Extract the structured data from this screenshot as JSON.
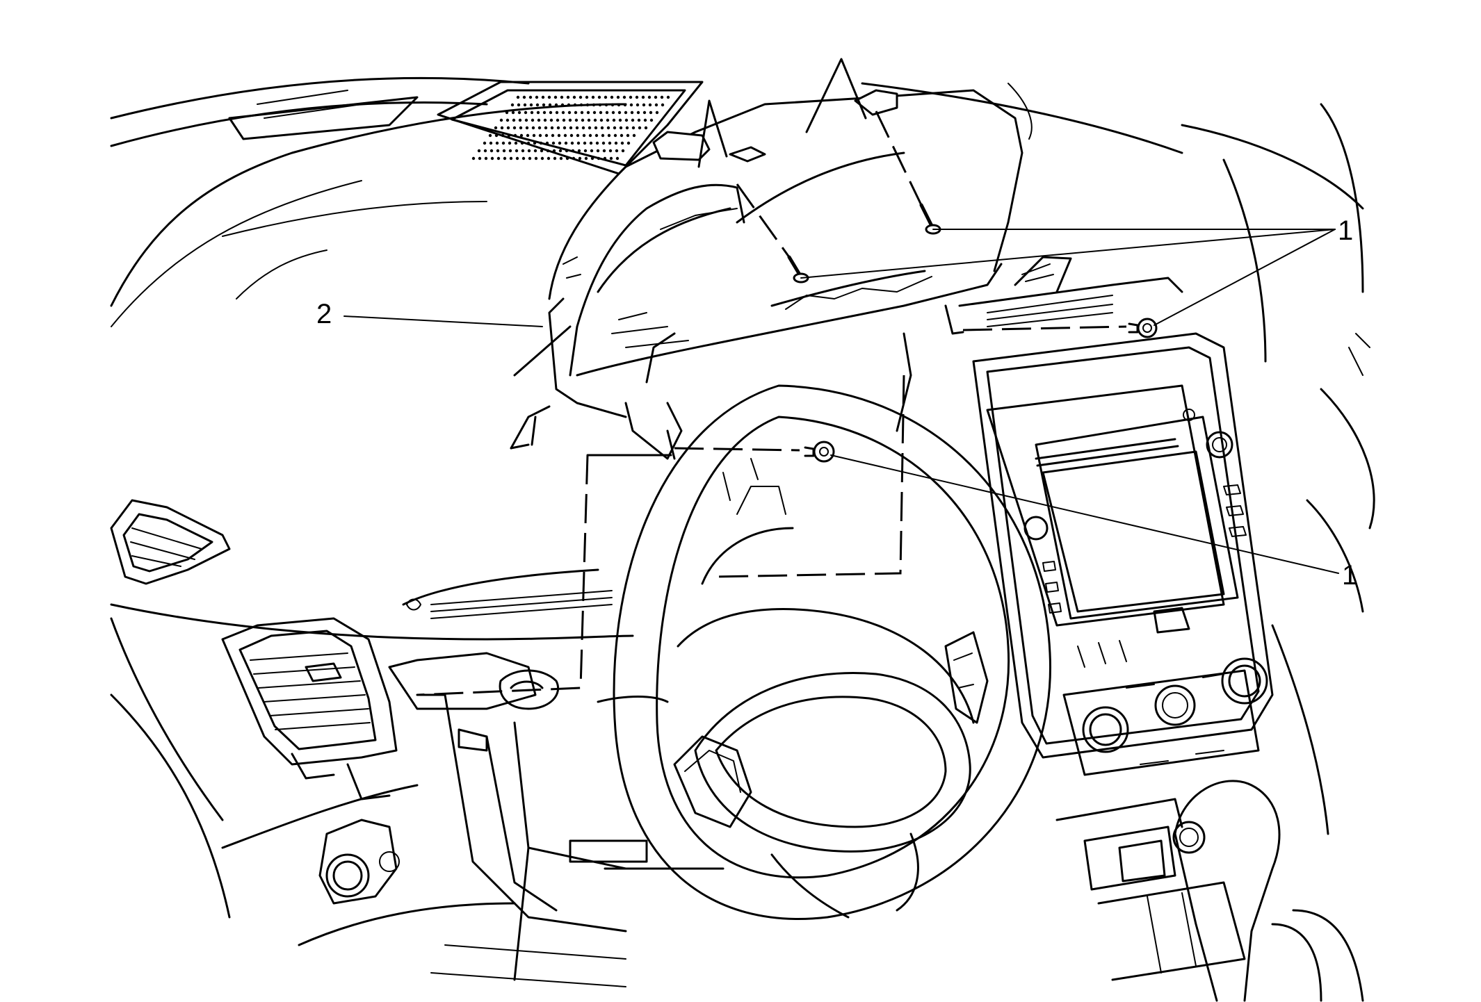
{
  "callouts": {
    "fastener_upper": "1",
    "fastener_lower": "1",
    "cluster": "2"
  }
}
